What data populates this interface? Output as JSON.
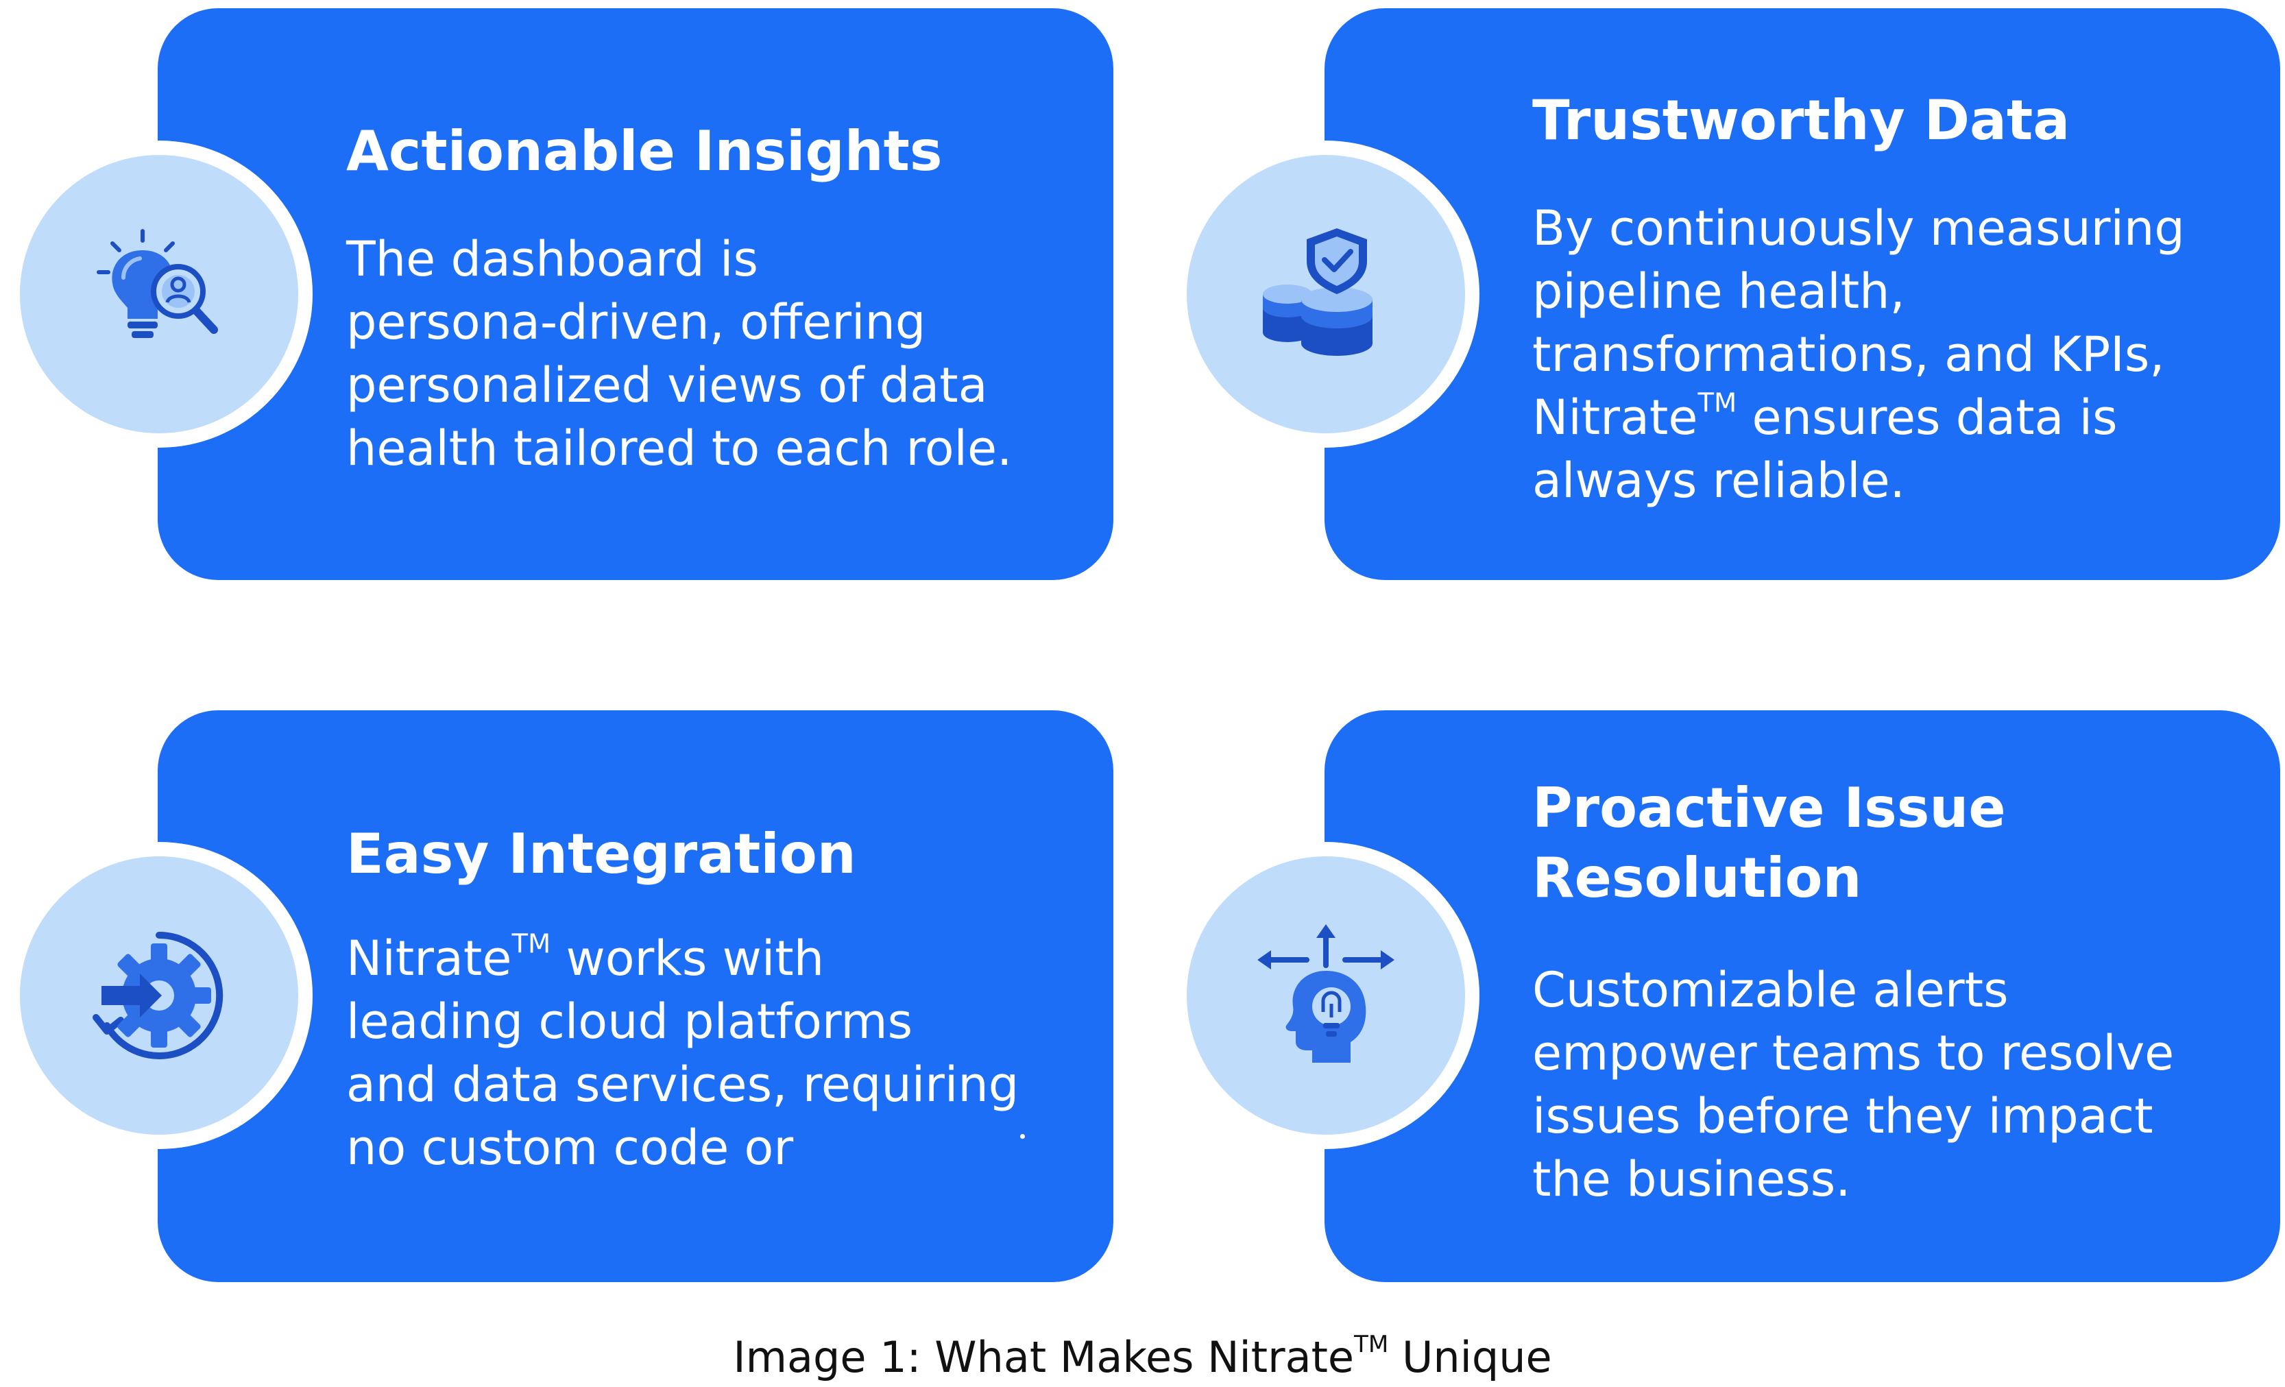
{
  "colors": {
    "card": "#1b6ef5",
    "badge": "#bfdcfb",
    "icon_dark": "#1d4fc4",
    "icon_mid": "#2f6fe8",
    "icon_light": "#9cc3f7"
  },
  "cards": [
    {
      "title": "Actionable Insights",
      "icon": "lightbulb-magnifier-icon",
      "lines": [
        [
          "The dashboard is"
        ],
        [
          "persona-driven, offering"
        ],
        [
          "personalized views of data"
        ],
        [
          "health tailored to each role."
        ]
      ]
    },
    {
      "title": "Trustworthy Data",
      "icon": "shield-database-icon",
      "lines": [
        [
          "By continuously measuring"
        ],
        [
          "pipeline health,"
        ],
        [
          "transformations, and KPIs,"
        ],
        [
          "Nitrate",
          "TM",
          " ensures data is"
        ],
        [
          "always reliable."
        ]
      ]
    },
    {
      "title": "Easy Integration",
      "icon": "gear-arrow-icon",
      "lines": [
        [
          "Nitrate",
          "TM",
          " works with"
        ],
        [
          "leading cloud platforms"
        ],
        [
          "and data services, requiring"
        ],
        [
          "no custom code or"
        ]
      ]
    },
    {
      "title_lines": [
        "Proactive Issue",
        "Resolution"
      ],
      "icon": "head-lightbulb-arrows-icon",
      "lines": [
        [
          "Customizable alerts"
        ],
        [
          "empower teams to resolve"
        ],
        [
          "issues before they impact"
        ],
        [
          "the business."
        ]
      ]
    }
  ],
  "caption": [
    "Image 1: What Makes Nitrate",
    "TM",
    " Unique"
  ]
}
